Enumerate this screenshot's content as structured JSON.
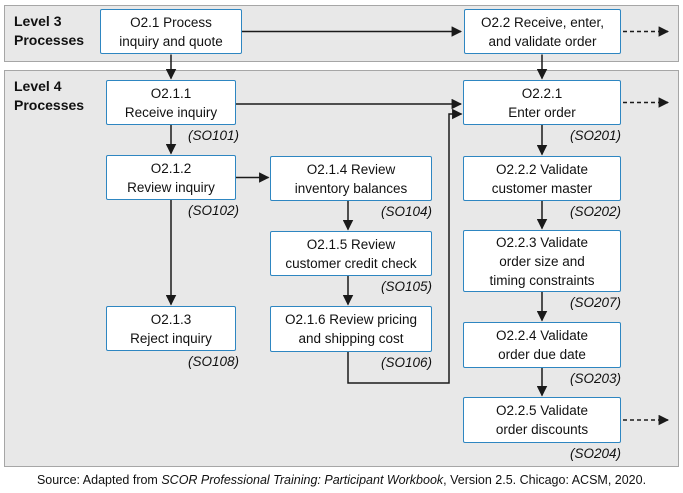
{
  "bands": {
    "level3": {
      "label": "Level 3\nProcesses"
    },
    "level4": {
      "label": "Level 4\nProcesses"
    }
  },
  "nodes": {
    "o21": {
      "label": "O2.1 Process\ninquiry and quote"
    },
    "o22": {
      "label": "O2.2 Receive, enter,\nand validate order"
    },
    "o211": {
      "label": "O2.1.1\nReceive inquiry",
      "code": "(SO101)"
    },
    "o212": {
      "label": "O2.1.2\nReview inquiry",
      "code": "(SO102)"
    },
    "o213": {
      "label": "O2.1.3\nReject inquiry",
      "code": "(SO108)"
    },
    "o214": {
      "label": "O2.1.4 Review\ninventory balances",
      "code": "(SO104)"
    },
    "o215": {
      "label": "O2.1.5 Review\ncustomer credit check",
      "code": "(SO105)"
    },
    "o216": {
      "label": "O2.1.6 Review pricing\nand shipping cost",
      "code": "(SO106)"
    },
    "o221": {
      "label": "O2.2.1\nEnter order",
      "code": "(SO201)"
    },
    "o222": {
      "label": "O2.2.2 Validate\ncustomer master",
      "code": "(SO202)"
    },
    "o223": {
      "label": "O2.2.3 Validate\norder size and\ntiming constraints",
      "code": "(SO207)"
    },
    "o224": {
      "label": "O2.2.4 Validate\norder due date",
      "code": "(SO203)"
    },
    "o225": {
      "label": "O2.2.5 Validate\norder discounts",
      "code": "(SO204)"
    }
  },
  "connections": [
    {
      "from": "O2.1",
      "to": "O2.2",
      "style": "solid"
    },
    {
      "from": "O2.1",
      "to": "O2.1.1",
      "style": "solid"
    },
    {
      "from": "O2.2",
      "to": "O2.2.1",
      "style": "solid"
    },
    {
      "from": "O2.2",
      "to": "off-page",
      "style": "dashed"
    },
    {
      "from": "O2.1.1",
      "to": "O2.2.1",
      "style": "solid"
    },
    {
      "from": "O2.1.1",
      "to": "O2.1.2",
      "style": "solid"
    },
    {
      "from": "O2.1.2",
      "to": "O2.1.3",
      "style": "solid"
    },
    {
      "from": "O2.1.2",
      "to": "O2.1.4",
      "style": "solid"
    },
    {
      "from": "O2.1.4",
      "to": "O2.1.5",
      "style": "solid"
    },
    {
      "from": "O2.1.5",
      "to": "O2.1.6",
      "style": "solid"
    },
    {
      "from": "O2.1.6",
      "to": "O2.2.1",
      "style": "solid"
    },
    {
      "from": "O2.2.1",
      "to": "O2.2.2",
      "style": "solid"
    },
    {
      "from": "O2.2.1",
      "to": "off-page",
      "style": "dashed"
    },
    {
      "from": "O2.2.2",
      "to": "O2.2.3",
      "style": "solid"
    },
    {
      "from": "O2.2.3",
      "to": "O2.2.4",
      "style": "solid"
    },
    {
      "from": "O2.2.4",
      "to": "O2.2.5",
      "style": "solid"
    },
    {
      "from": "O2.2.5",
      "to": "off-page",
      "style": "dashed"
    }
  ],
  "colors": {
    "band_fill": "#e8e8e8",
    "band_border": "#a6a6a6",
    "box_fill": "#ffffff",
    "box_border": "#2e86c1",
    "arrow": "#1a1a1a",
    "text": "#111111"
  },
  "source": {
    "prefix": "Source: Adapted from ",
    "italic": "SCOR Professional Training: Participant Workbook",
    "suffix": ", Version 2.5. Chicago: ACSM, 2020."
  }
}
